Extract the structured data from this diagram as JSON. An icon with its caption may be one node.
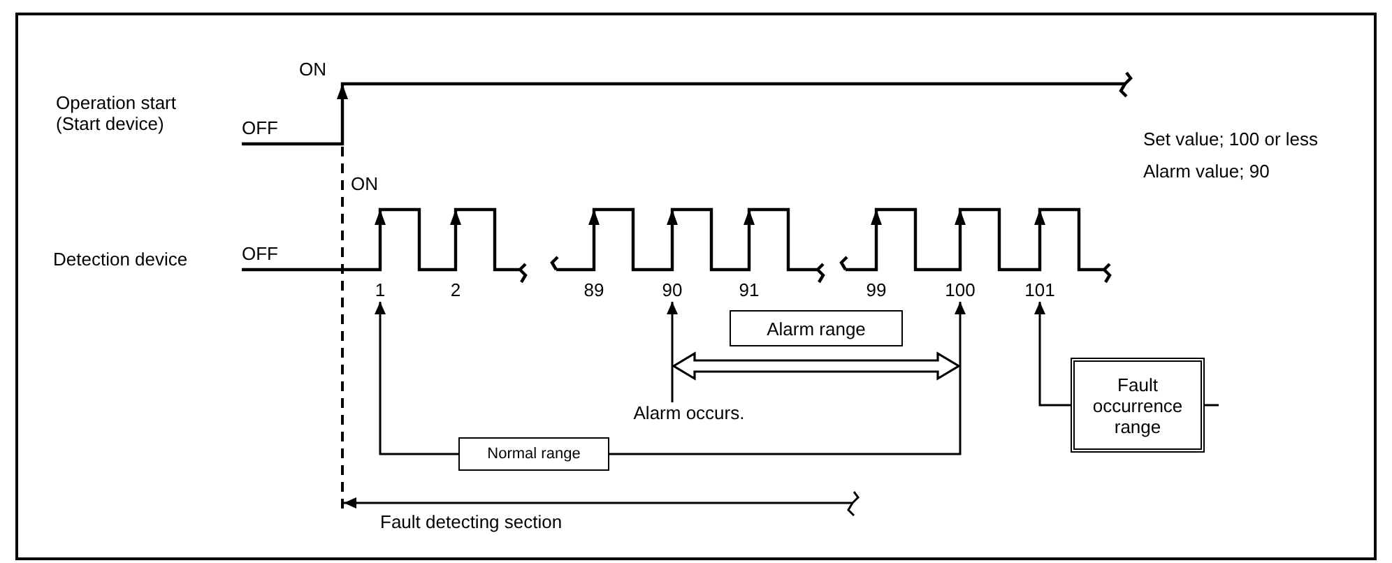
{
  "diagram": {
    "nodes": [
      {
        "text": [
          "1"
        ]
      },
      {
        "text": [
          "90"
        ]
      },
      {
        "text": [
          "100"
        ]
      },
      {
        "text": [
          "101"
        ]
      },
      {
        "text": [
          "Alarm range"
        ]
      },
      {
        "text": [
          "Fault occurrence range"
        ]
      },
      {
        "text": [
          "Alarm occurs."
        ]
      },
      {
        "text": [
          "Normal range"
        ]
      }
    ],
    "edges": [
      {
        "from": 7,
        "to": 0,
        "arrow": "to"
      },
      {
        "from": 6,
        "to": 1,
        "arrow": "to"
      },
      {
        "from": 7,
        "to": 2,
        "arrow": "to"
      },
      {
        "from": 5,
        "to": 3,
        "arrow": "to"
      }
    ],
    "labels": [
      "ON",
      "Operation start (Start device)",
      "OFF",
      "Set value; 100 or less",
      "Alarm value; 90",
      "ON",
      "Detection device",
      "OFF",
      "2",
      "89",
      "91",
      "99",
      "Fault detecting section"
    ]
  }
}
